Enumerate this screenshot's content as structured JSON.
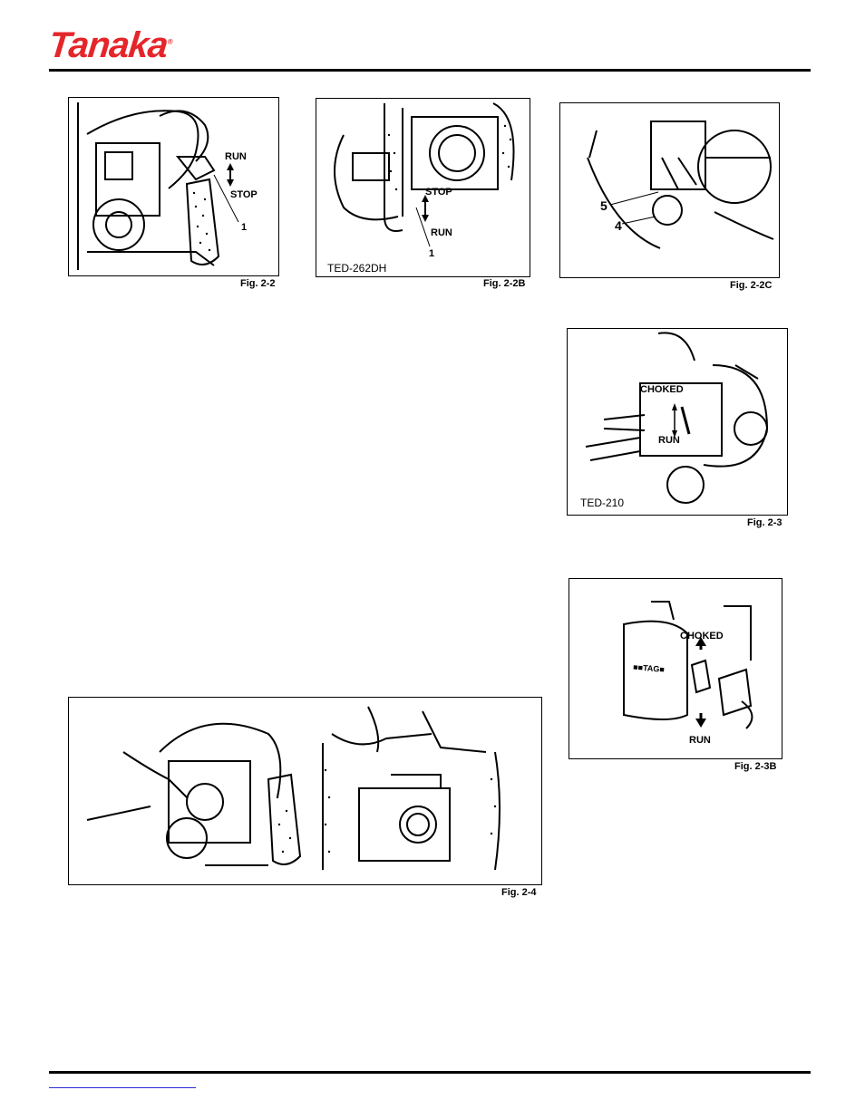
{
  "header": {
    "brand": "Tanaka"
  },
  "figures": {
    "fig_2_2": {
      "caption": "Fig. 2-2",
      "labels": {
        "run": "RUN",
        "stop": "STOP",
        "callout": "1"
      }
    },
    "fig_2_2b": {
      "caption": "Fig. 2-2B",
      "model": "TED-262DH",
      "labels": {
        "stop": "STOP",
        "run": "RUN",
        "callout": "1"
      }
    },
    "fig_2_2c": {
      "caption": "Fig. 2-2C",
      "labels": {
        "callout_5": "5",
        "callout_4": "4"
      }
    },
    "fig_2_3": {
      "caption": "Fig. 2-3",
      "model": "TED-210",
      "labels": {
        "choked": "CHOKED",
        "run": "RUN"
      }
    },
    "fig_2_3b": {
      "caption": "Fig. 2-3B",
      "labels": {
        "choked": "CHOKED",
        "run": "RUN"
      }
    },
    "fig_2_4": {
      "caption": "Fig. 2-4"
    }
  },
  "colors": {
    "brand": "#e4262a",
    "rule": "#000000",
    "link": "#2b2bd6"
  }
}
